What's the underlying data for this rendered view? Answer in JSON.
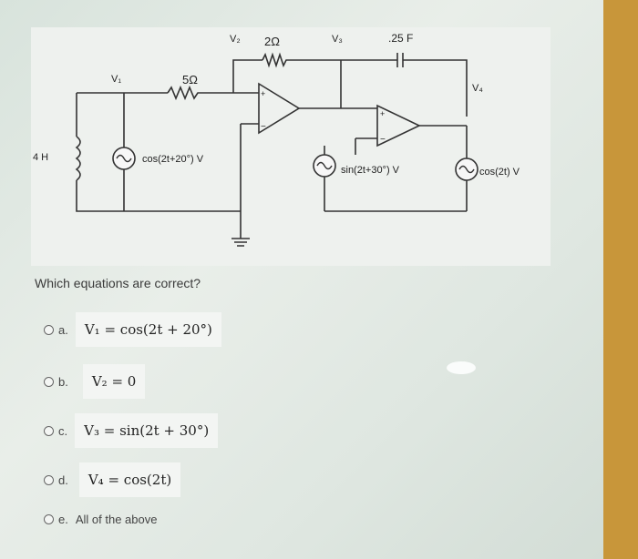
{
  "circuit": {
    "labels": {
      "v1": "V₁",
      "v2": "V₂",
      "v3": "V₃",
      "v4": "V₄",
      "r1": "5Ω",
      "r2": "2Ω",
      "cap": ".25 F",
      "inductor": "4 H",
      "src1": "cos(2t+20°) V",
      "src2": "sin(2t+30°) V",
      "src3": "cos(2t) V",
      "plus": "+",
      "minus": "−"
    }
  },
  "question": "Which equations are correct?",
  "options": [
    {
      "letter": "a.",
      "equation": "V₁ = cos(2t + 20°)"
    },
    {
      "letter": "b.",
      "equation": "V₂ = 0"
    },
    {
      "letter": "c.",
      "equation": "V₃ = sin(2t + 30°)"
    },
    {
      "letter": "d.",
      "equation": "V₄ = cos(2t)"
    },
    {
      "letter": "e.",
      "text": "All of the above"
    }
  ]
}
